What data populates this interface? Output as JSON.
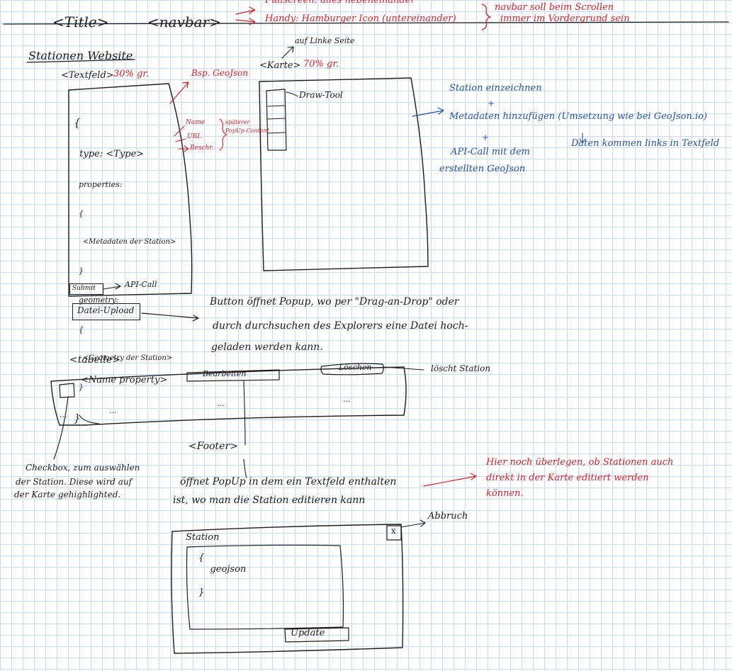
{
  "header": {
    "title": "<Title>",
    "navbar": "<navbar>",
    "fullscreen": "Fullscreen: alles nebeneinander",
    "handy": "Handy: Hamburger Icon (untereinander)",
    "navbar_note_line1": "navbar soll beim Scrollen",
    "navbar_note_line2": "immer im Vordergrund sein"
  },
  "section_title": "Stationen Website",
  "textfeld": {
    "label": "<Textfeld>",
    "size": "30% gr.",
    "bsp_geojson": "Bsp. GeoJson",
    "code_lines": [
      "{",
      "  type: <Type>",
      "  properties:",
      "  {",
      "    <Metadaten der Station>",
      "  }",
      "  geometry:",
      "  {",
      "    <Geometry der Station>",
      "  }",
      "}"
    ],
    "annotations": [
      "Name",
      "URL",
      "Beschr."
    ],
    "popup_note_line1": "späterer",
    "popup_note_line2": "PopUp-Content",
    "submit_label": "Submit",
    "api_call": "API-Call"
  },
  "karte": {
    "label": "<Karte>",
    "size": "70% gr.",
    "position_note": "auf Linke Seite",
    "draw_tool": "Draw-Tool",
    "note_line1": "Station einzeichnen",
    "note_line2": "Metadaten hinzufügen (Umsetzung wie bei GeoJson.io)",
    "note_line3": "API-Call mit dem",
    "note_line4": "erstellten GeoJson",
    "plus": "+",
    "side_note": "Daten kommen links in Textfeld"
  },
  "upload": {
    "button_label": "Datei-Upload",
    "note_line1": "Button öffnet Popup, wo per \"Drag-an-Drop\" oder",
    "note_line2": "durch durchsuchen des Explorers eine Datei hoch-",
    "note_line3": "geladen werden kann."
  },
  "table": {
    "label": "<tabelle>",
    "name_property": "<Name property>",
    "edit_button": "Bearbeiten",
    "delete_button": "Löschen",
    "delete_note": "löscht Station",
    "ellipsis": "..."
  },
  "footer": {
    "label": "<Footer>"
  },
  "checkbox_note": {
    "line1": "Checkbox, zum auswählen",
    "line2": "der Station. Diese wird auf",
    "line3": "der Karte gehighlighted."
  },
  "edit_note": {
    "line1": "öffnet PopUp in dem ein Textfeld enthalten",
    "line2": "ist, wo man die Station editieren kann"
  },
  "consider_note": {
    "line1": "Hier noch überlegen, ob Stationen auch",
    "line2": "direkt in der Karte editiert werden",
    "line3": "können."
  },
  "popup": {
    "title": "Station",
    "close": "x",
    "close_note": "Abbruch",
    "code": "{\n    geojson\n\n}",
    "update_button": "Update"
  }
}
